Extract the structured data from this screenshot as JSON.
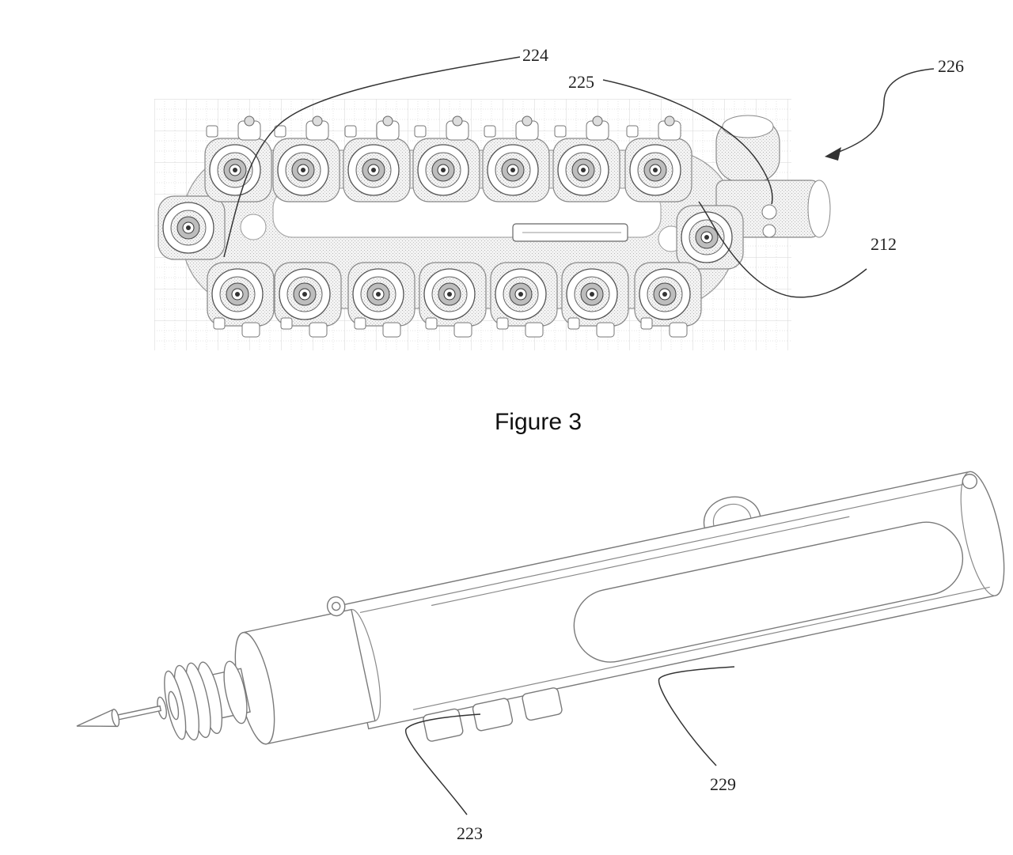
{
  "figure_caption": "Figure 3",
  "reference_numerals": {
    "n224": "224",
    "n225": "225",
    "n226": "226",
    "n212": "212",
    "n223": "223",
    "n229": "229"
  },
  "colors": {
    "line": "#555555",
    "background": "#ffffff"
  }
}
